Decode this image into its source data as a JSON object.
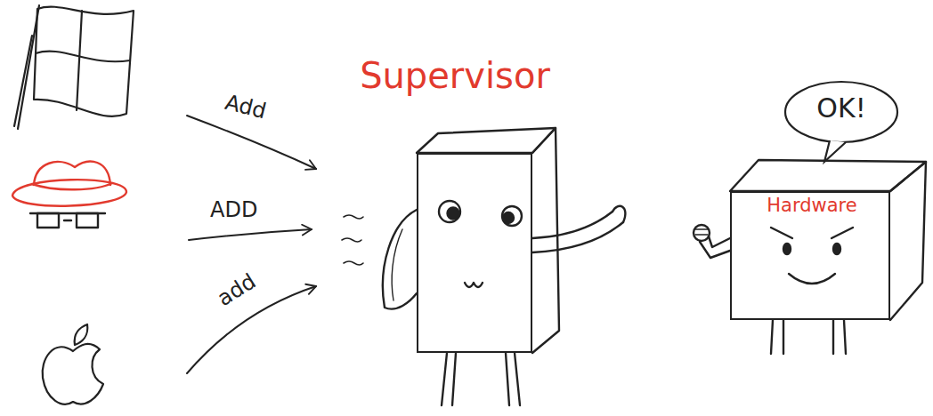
{
  "diagram": {
    "nodes": [
      {
        "text": [
          "Supervisor"
        ]
      },
      {
        "text": [
          "OK!"
        ]
      },
      {
        "text": [
          "Hardware"
        ]
      }
    ],
    "labels": [
      "Add",
      "ADD",
      "add"
    ]
  }
}
